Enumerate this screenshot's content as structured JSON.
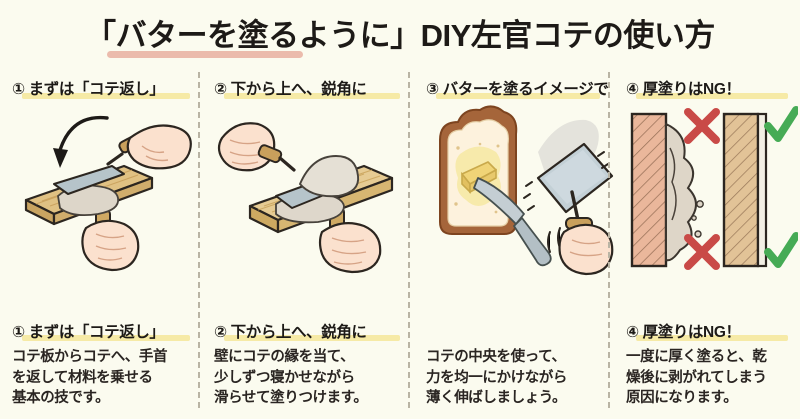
{
  "title": {
    "text": "「バターを塗るように」DIY左官コテの使い方",
    "underline_color": "#e9b5a6"
  },
  "theme": {
    "background": "#fbfbef",
    "text": "#1d1a17",
    "highlight_yellow": "#f6eaa6",
    "divider": "#b9b4a4",
    "cross_red": "#c94a47",
    "check_green": "#4caf50",
    "wood": "#e3c487",
    "plaster": "#ded8cc",
    "trowel_steel": "#b9c6cb",
    "skin": "#fbe0cd",
    "toast_crust": "#a5653a",
    "butter_yellow": "#f2dc8a",
    "brick": "#e8b396"
  },
  "panels": [
    {
      "id": "panel-1",
      "heading_top": "① まずは「コテ返し」",
      "heading_bottom": "① まずは「コテ返し」",
      "body_lines": [
        "コテ板からコテへ、手首",
        "を返して材料を乗せる",
        "基本の技です。"
      ],
      "illustration": "hawk-board-with-trowel-flip-arrow"
    },
    {
      "id": "panel-2",
      "heading_top": "② 下から上へ、鋭角に",
      "heading_bottom": "② 下から上へ、鋭角に",
      "body_lines": [
        "壁にコテの縁を当て、",
        "少しずつ寝かせながら",
        "滑らせて塗りつけます。"
      ],
      "illustration": "trowel-scooping-plaster-from-hawk"
    },
    {
      "id": "panel-3",
      "heading_top": "③ バターを塗るイメージで",
      "heading_bottom": "",
      "body_lines": [
        "コテの中央を使って、",
        "力を均一にかけながら",
        "薄く伸ばしましょう。"
      ],
      "illustration": "toast-with-butter-and-trowel-on-wall"
    },
    {
      "id": "panel-4",
      "heading_top": "④ 厚塗りはNG！",
      "heading_bottom": "④ 厚塗りはNG！",
      "body_lines": [
        "一度に厚く塗ると、乾",
        "燥後に剥がれてしまう",
        "原因になります。"
      ],
      "illustration": "wall-cross-section-thick-vs-thin",
      "marks": [
        {
          "type": "cross",
          "label": "✗",
          "position": "top-left"
        },
        {
          "type": "check",
          "label": "✓",
          "position": "top-right"
        },
        {
          "type": "cross",
          "label": "✗",
          "position": "bottom-left"
        },
        {
          "type": "check",
          "label": "✓",
          "position": "bottom-right"
        }
      ]
    }
  ]
}
